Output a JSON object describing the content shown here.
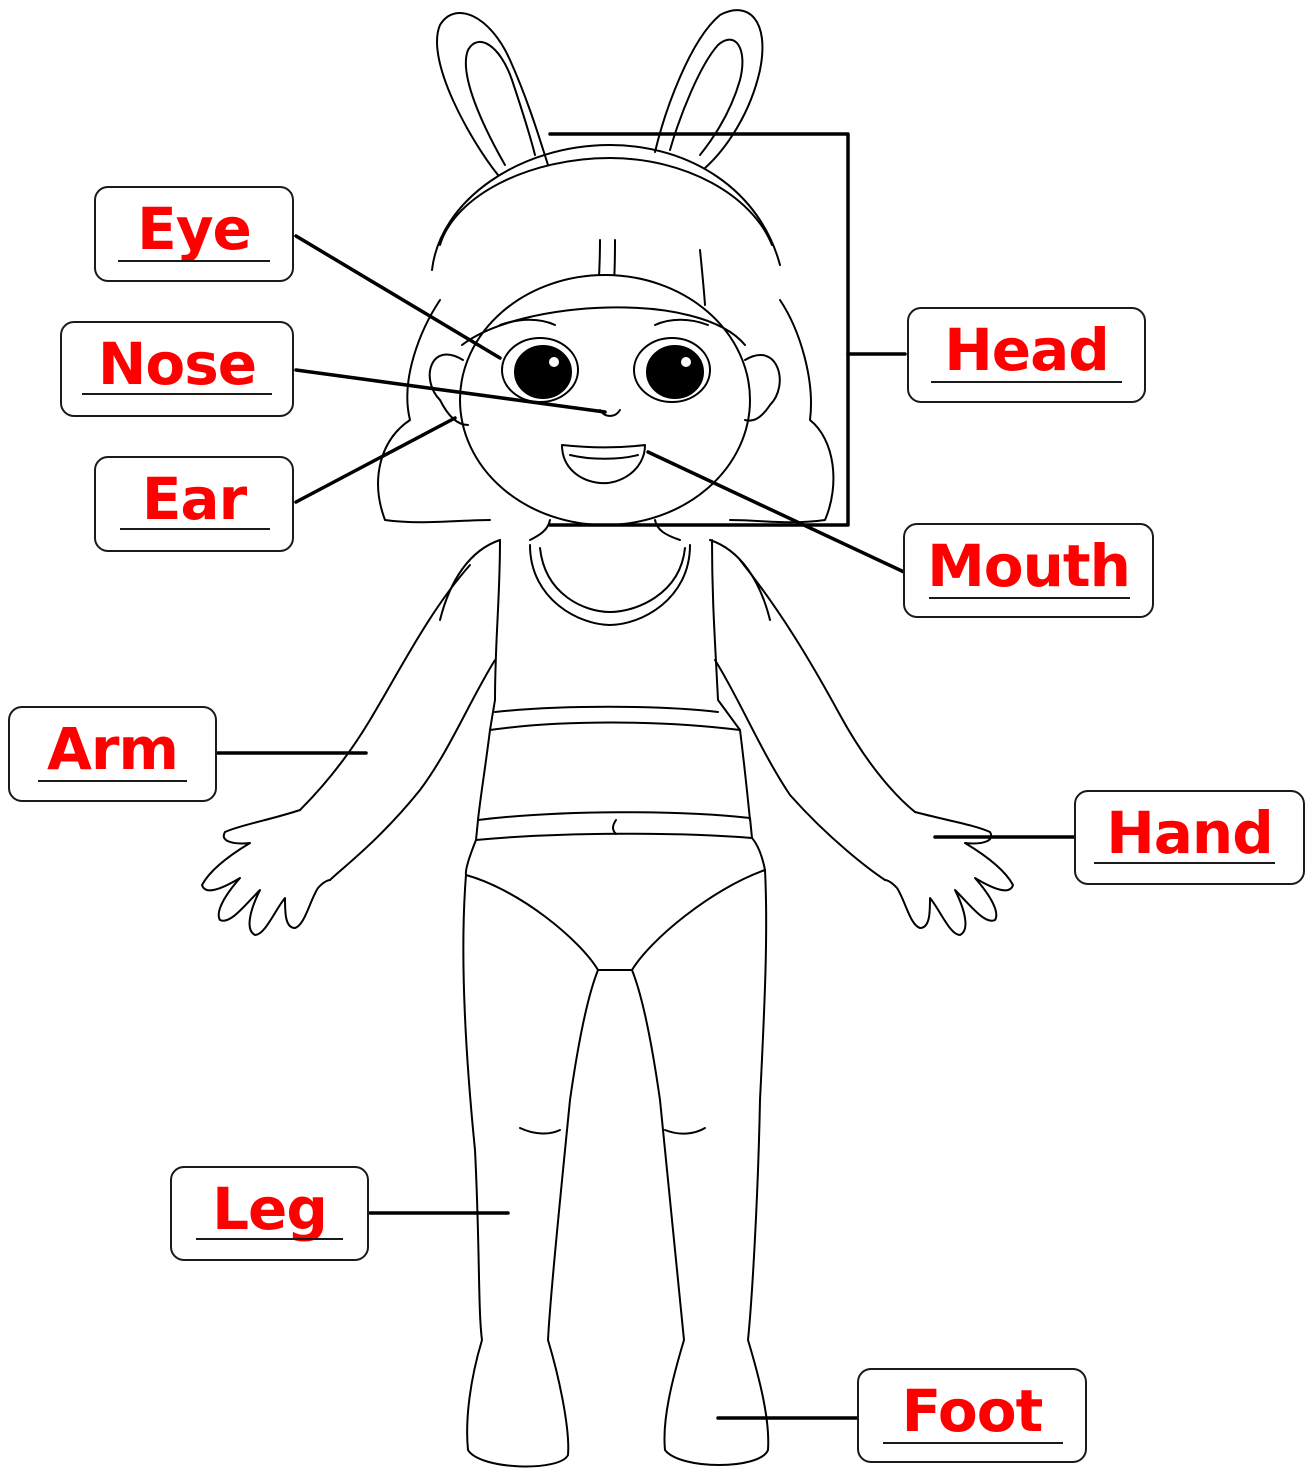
{
  "labels": {
    "eye": "Eye",
    "nose": "Nose",
    "ear": "Ear",
    "head": "Head",
    "mouth": "Mouth",
    "arm": "Arm",
    "hand": "Hand",
    "leg": "Leg",
    "foot": "Foot"
  },
  "colors": {
    "label_text": "#ff0000",
    "outline": "#000000",
    "box_border": "#1a1a1a"
  }
}
